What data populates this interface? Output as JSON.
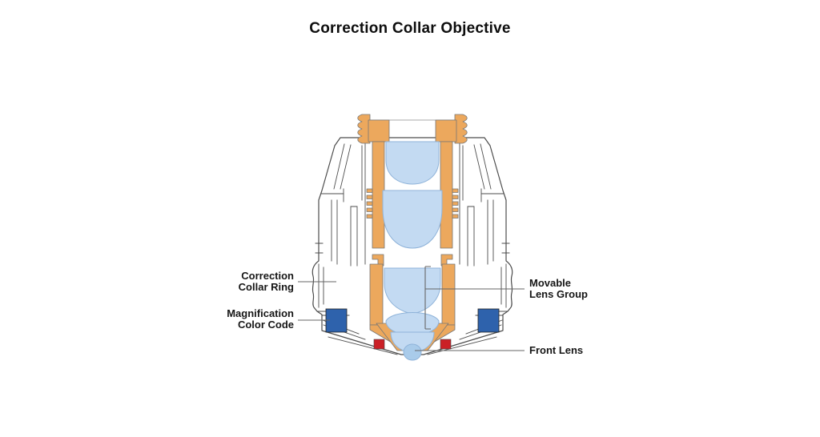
{
  "title": "Correction Collar Objective",
  "labels": {
    "correction_collar_ring": {
      "line1": "Correction",
      "line2": "Collar Ring"
    },
    "magnification_color_code": {
      "line1": "Magnification",
      "line2": "Color Code"
    },
    "movable_lens_group": {
      "line1": "Movable",
      "line2": "Lens Group"
    },
    "front_lens": {
      "line1": "Front Lens"
    }
  },
  "colors": {
    "brass": "#ECA85D",
    "lens_blue": "#C3DAF2",
    "lens_stroke": "#8FB3D9",
    "lens_deep": "#A9CBEA",
    "code_blue": "#2E62AC",
    "seal_red": "#CB2026",
    "outline": "#4D4D4D",
    "leader": "#666666",
    "text": "#161616"
  }
}
